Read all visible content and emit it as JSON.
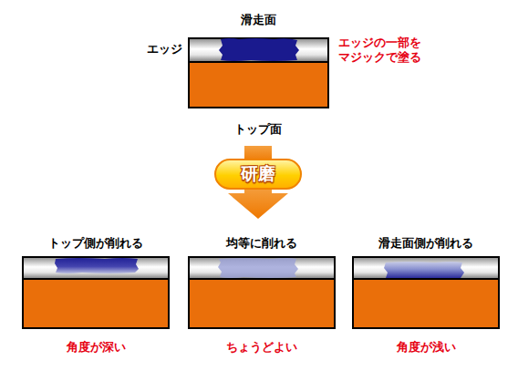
{
  "diagram": {
    "nodes": [
      {
        "text": [
          "研磨"
        ]
      }
    ],
    "labels": [
      "滑走面",
      "エッジ",
      "エッジの一部を マジックで塗る",
      "トップ面",
      "トップ側が削れる",
      "均等に削れる",
      "滑走面側が削れる",
      "角度が深い",
      "ちょうどよい",
      "角度が浅い"
    ]
  }
}
